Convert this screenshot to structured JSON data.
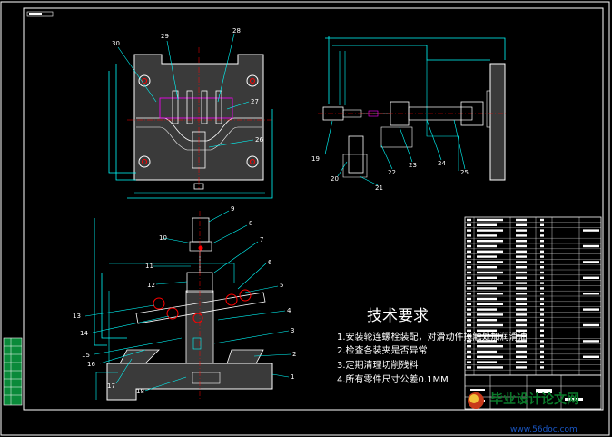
{
  "colors": {
    "background": "#000000",
    "border": "#ffffff",
    "part_outline": "#ffffff",
    "leader": "#00ffff",
    "body_fill": "#3a3a3a",
    "centerline": "#ff0000",
    "component": "#ff00ff",
    "sidebar_fill": "#0a8a3a",
    "watermark_green": "#0a7a2a",
    "watermark_blue": "#1a58c8"
  },
  "balloons": {
    "top_view": [
      "30",
      "29",
      "28",
      "27",
      "26"
    ],
    "side_view": [
      "19",
      "20",
      "21",
      "22",
      "23",
      "24",
      "25"
    ],
    "front_view": [
      "9",
      "8",
      "10",
      "7",
      "11",
      "6",
      "12",
      "5",
      "13",
      "14",
      "4",
      "15",
      "3",
      "2",
      "16",
      "1",
      "17",
      "18"
    ]
  },
  "requirements": {
    "title": "技术要求",
    "items": [
      "1.安装轮连螺栓装配，对滑动件接触处加润滑油",
      "2.检查各装夹是否异常",
      "3.定期清理切削残料",
      "4.所有零件尺寸公差0.1MM"
    ]
  },
  "watermark": {
    "text": "毕业设计论文网",
    "url": "www.56doc.com"
  }
}
